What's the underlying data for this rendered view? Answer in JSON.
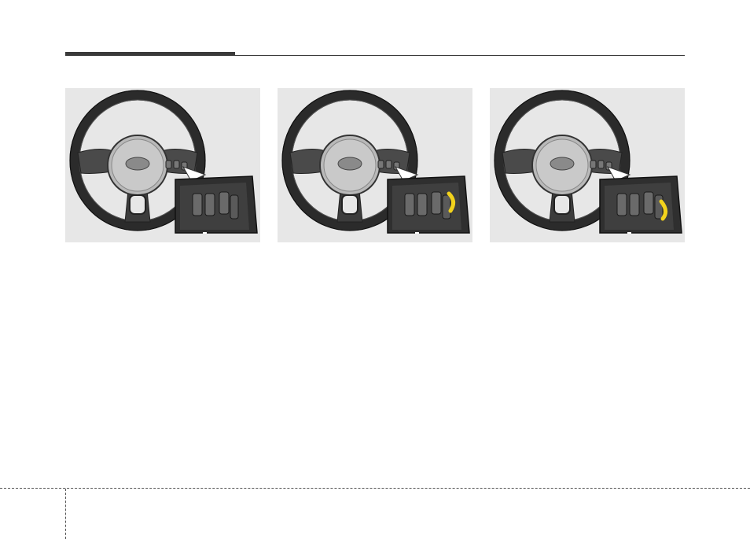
{
  "page": {
    "header_rule": "section-divider"
  },
  "figures": [
    {
      "id": "fig-1",
      "illustration": "steering-wheel-remote-control",
      "highlighted_switch": "none"
    },
    {
      "id": "fig-2",
      "illustration": "steering-wheel-remote-control",
      "highlighted_switch": "volume-up"
    },
    {
      "id": "fig-3",
      "illustration": "steering-wheel-remote-control",
      "highlighted_switch": "volume-down"
    }
  ],
  "colors": {
    "highlight": "#f2d21c",
    "panel_bg": "#e7e7e7",
    "wheel_dark": "#2b2b2b",
    "hub": "#b9b9b9"
  }
}
